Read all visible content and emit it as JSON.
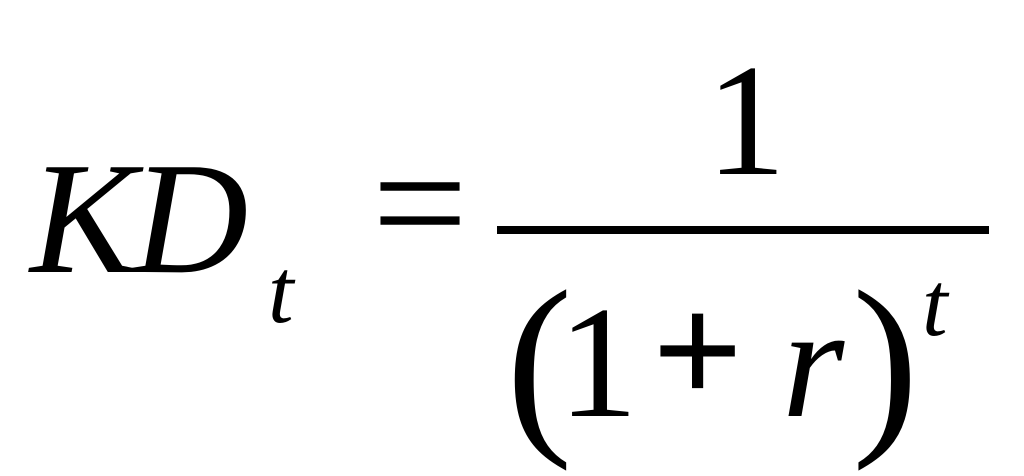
{
  "formula": {
    "lhs": {
      "symbol": "KD",
      "subscript": "t"
    },
    "equals": "=",
    "numerator": "1",
    "denominator": {
      "open_paren": "(",
      "one": "1",
      "plus": "+",
      "rate": "r",
      "close_paren": ")",
      "exponent": "t"
    }
  }
}
